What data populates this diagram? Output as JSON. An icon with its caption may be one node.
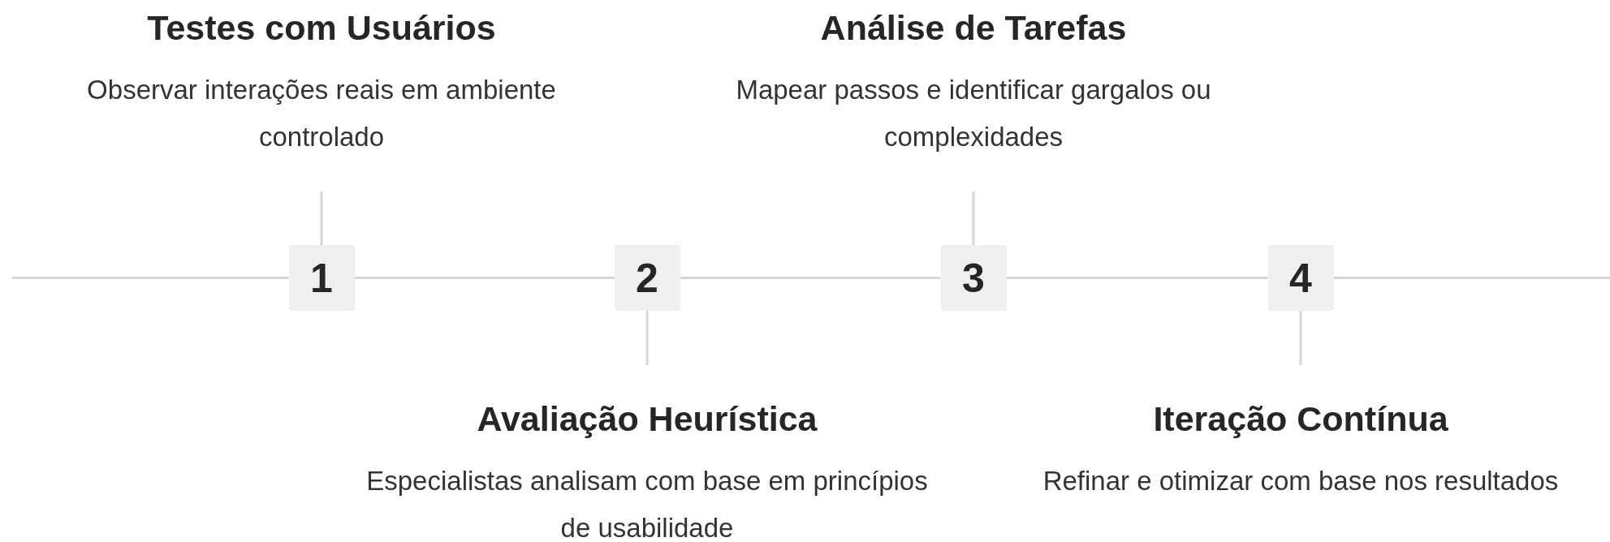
{
  "diagram": {
    "nodes": [
      {
        "text": [
          "Testes com Usuários",
          "Observar interações reais em ambiente controlado"
        ]
      },
      {
        "text": [
          "Análise de Tarefas",
          "Mapear passos e identificar gargalos ou complexidades"
        ]
      },
      {
        "text": [
          "1"
        ]
      },
      {
        "text": [
          "2"
        ]
      },
      {
        "text": [
          "3"
        ]
      },
      {
        "text": [
          "4"
        ]
      },
      {
        "text": [
          "Avaliação Heurística",
          "Especialistas analisam com base em princípios de usabilidade"
        ]
      },
      {
        "text": [
          "Iteração Contínua",
          "Refinar e otimizar com base nos resultados"
        ]
      }
    ],
    "edges": [
      {
        "from": null,
        "to": 2,
        "arrow": "none"
      },
      {
        "from": 2,
        "to": 3,
        "arrow": "none"
      },
      {
        "from": 3,
        "to": 4,
        "arrow": "none"
      },
      {
        "from": 4,
        "to": 5,
        "arrow": "none"
      },
      {
        "from": 5,
        "to": null,
        "arrow": "none"
      },
      {
        "from": 0,
        "to": 2,
        "arrow": "none"
      },
      {
        "from": 3,
        "to": 6,
        "arrow": "none"
      },
      {
        "from": 1,
        "to": 4,
        "arrow": "none"
      },
      {
        "from": 5,
        "to": 7,
        "arrow": "none"
      }
    ]
  }
}
